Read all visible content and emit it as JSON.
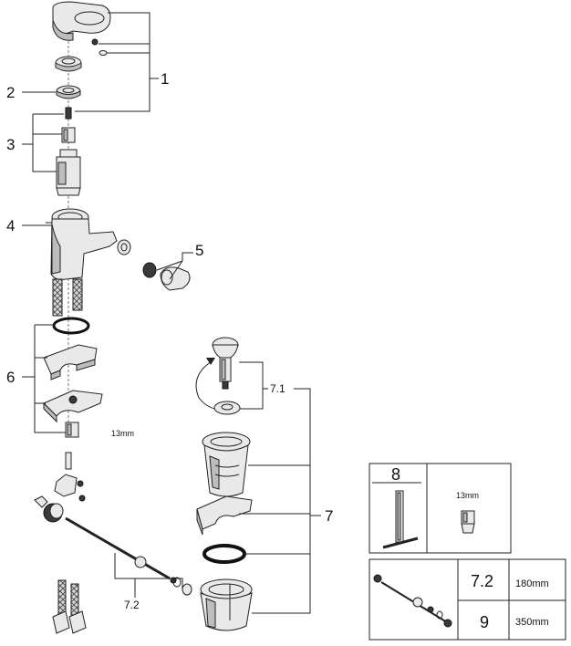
{
  "callouts": {
    "c1": "1",
    "c2": "2",
    "c3": "3",
    "c4": "4",
    "c5": "5",
    "c6": "6",
    "c7": "7",
    "c7_1": "7.1",
    "c7_2": "7.2"
  },
  "dimension_note": "13mm",
  "box_tool": {
    "number": "8",
    "wrench_size": "13mm"
  },
  "box_rods": {
    "row1_part": "7.2",
    "row1_length": "180mm",
    "row2_part": "9",
    "row2_length": "350mm"
  }
}
